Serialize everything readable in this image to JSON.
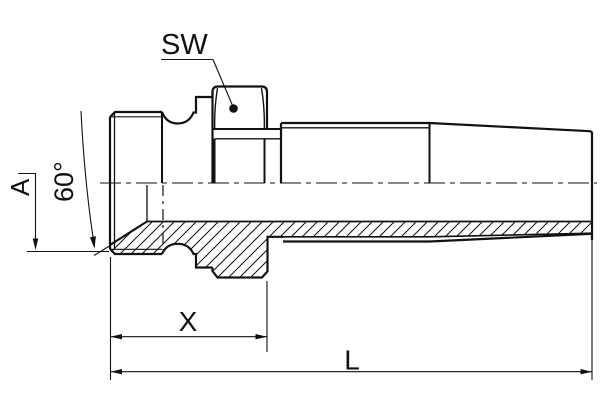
{
  "drawing": {
    "labels": {
      "wrench_size": "SW",
      "thread_dim": "A",
      "cone_angle": "60°",
      "dim_x": "X",
      "dim_length": "L"
    },
    "colors": {
      "line": "#111111",
      "background": "#ffffff"
    }
  }
}
